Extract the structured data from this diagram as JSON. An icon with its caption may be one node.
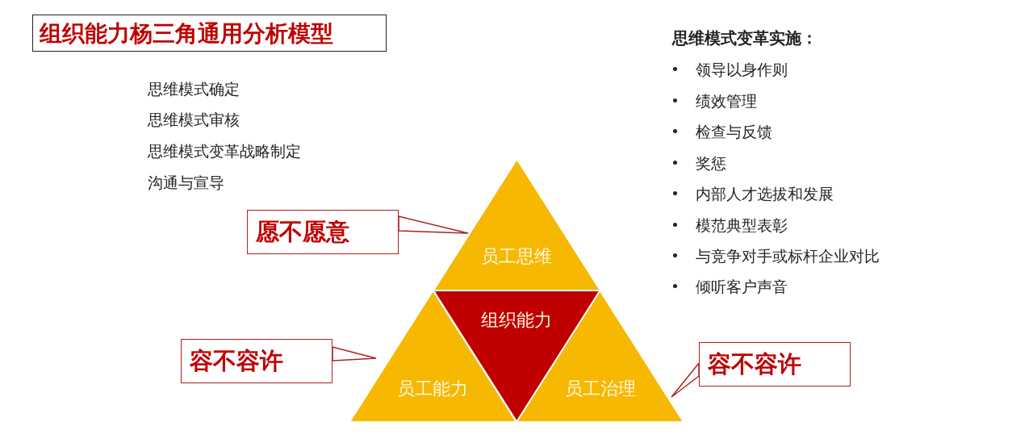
{
  "diagram": {
    "title": "组织能力杨三角通用分析模型",
    "nodes": [
      {
        "text": [
          "员工思维"
        ]
      },
      {
        "text": [
          "组织能力"
        ]
      },
      {
        "text": [
          "员工能力"
        ]
      },
      {
        "text": [
          "员工治理"
        ]
      },
      {
        "text": [
          "愿不愿意"
        ]
      },
      {
        "text": [
          "容不容许"
        ]
      },
      {
        "text": [
          "容不容许"
        ]
      }
    ],
    "edges": [
      {
        "from": 4,
        "to": 0,
        "arrow": "none"
      },
      {
        "from": 5,
        "to": 2,
        "arrow": "none"
      },
      {
        "from": 6,
        "to": 3,
        "arrow": "none"
      }
    ],
    "labels": [
      "思维模式确定",
      "思维模式审核",
      "思维模式变革战略制定",
      "沟通与宣导",
      "思维模式变革实施：",
      "领导以身作则",
      "绩效管理",
      "检查与反馈",
      "奖惩",
      "内部人才选拔和发展",
      "模范典型表彰",
      "与竞争对手或标杆企业对比",
      "倾听客户声音"
    ]
  }
}
